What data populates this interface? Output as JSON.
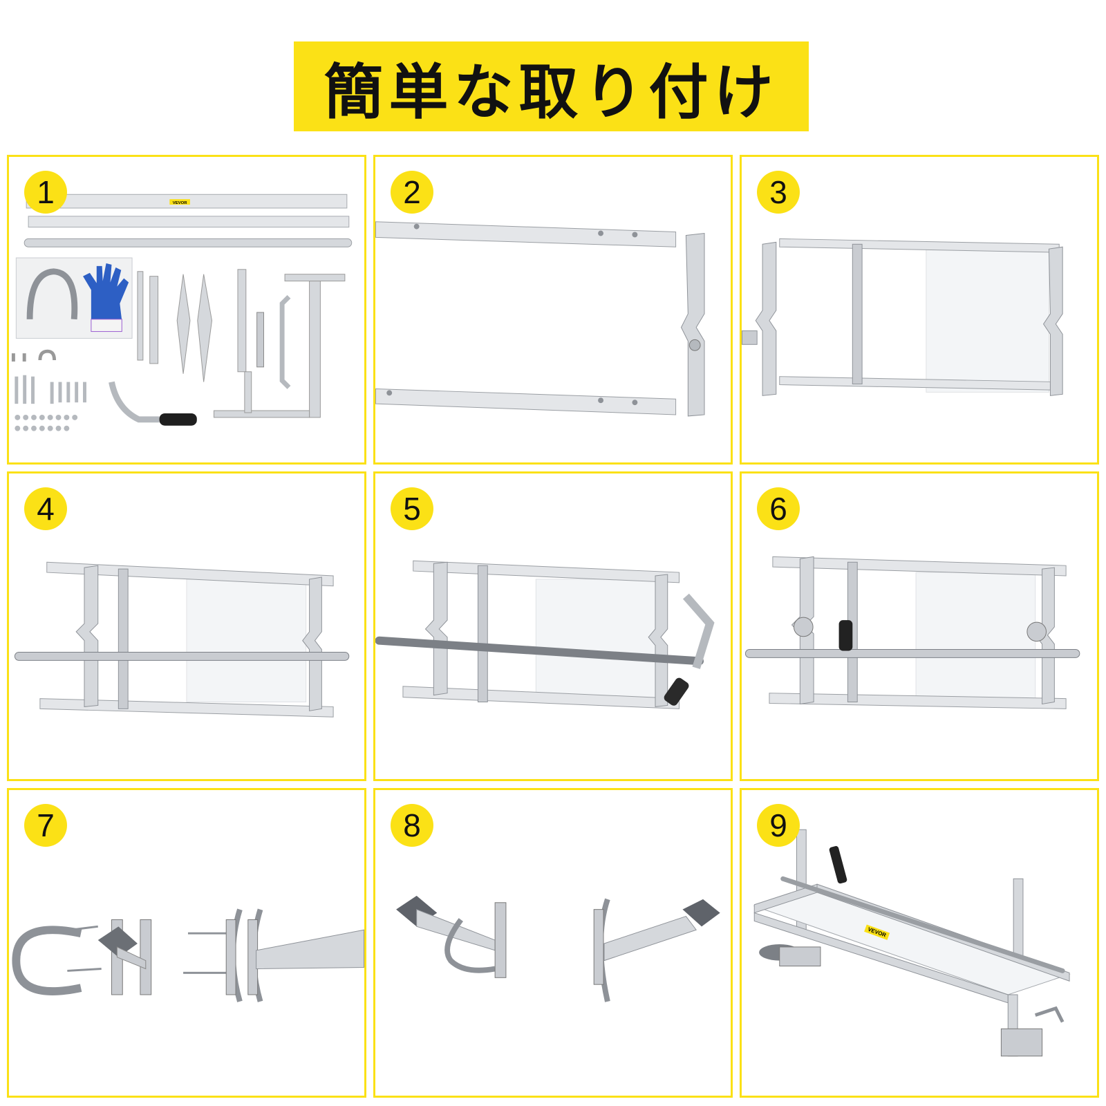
{
  "title": "簡単な取り付け",
  "brand": "VEVOR",
  "colors": {
    "accent": "#fbe116",
    "metal": "#c9ccd1",
    "metal_dark": "#8e9298",
    "glove": "#2d5fc4"
  },
  "steps": [
    {
      "number": "1",
      "content": "parts-layout"
    },
    {
      "number": "2",
      "content": "rails-and-end-bracket"
    },
    {
      "number": "3",
      "content": "frame-with-crossbar"
    },
    {
      "number": "4",
      "content": "frame-with-rod"
    },
    {
      "number": "5",
      "content": "frame-with-handle"
    },
    {
      "number": "6",
      "content": "frame-with-clamps"
    },
    {
      "number": "7",
      "content": "strap-clamp-brackets"
    },
    {
      "number": "8",
      "content": "bracket-with-strap"
    },
    {
      "number": "9",
      "content": "assembled-mill"
    }
  ]
}
